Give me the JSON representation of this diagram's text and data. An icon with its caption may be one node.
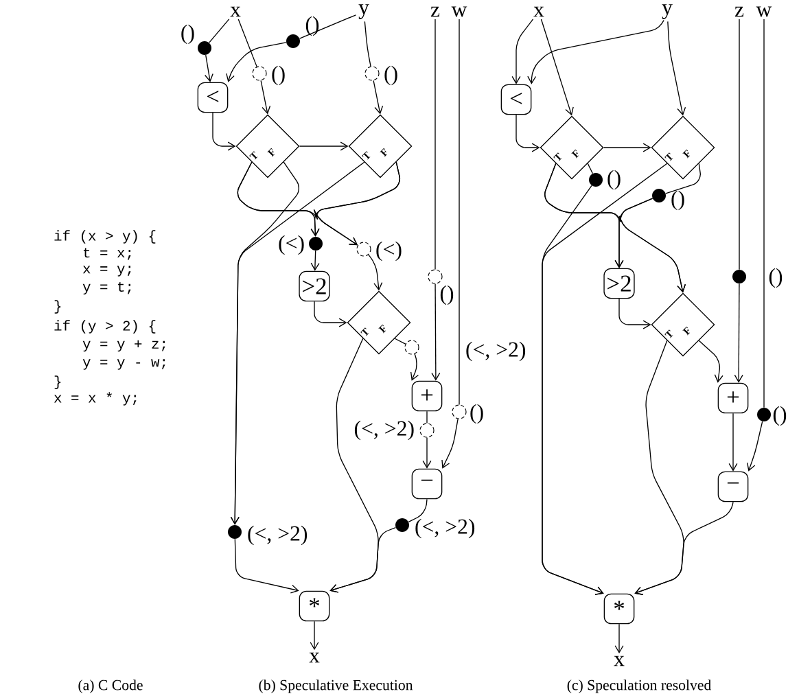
{
  "diagram": {
    "nodes": [
      {
        "text": [
          "x"
        ]
      },
      {
        "text": [
          "y"
        ]
      },
      {
        "text": [
          "z"
        ]
      },
      {
        "text": [
          "w"
        ]
      },
      {
        "text": [],
        "shape": "dot",
        "beside": [
          "()"
        ]
      },
      {
        "text": [],
        "shape": "dot",
        "beside": [
          "()"
        ]
      },
      {
        "text": [],
        "shape": "circle",
        "beside": [
          "()"
        ]
      },
      {
        "text": [],
        "shape": "circle",
        "beside": [
          "()"
        ]
      },
      {
        "text": [
          "<"
        ]
      },
      {
        "text": [
          "T",
          "F"
        ]
      },
      {
        "text": [
          "T",
          "F"
        ]
      },
      {
        "text": [],
        "shape": "dot",
        "beside": [
          "(<)"
        ]
      },
      {
        "text": [],
        "shape": "circle",
        "beside": [
          "(<)"
        ]
      },
      {
        "text": [
          ">2"
        ]
      },
      {
        "text": [
          "T",
          "F"
        ]
      },
      {
        "text": [],
        "shape": "circle",
        "beside": [
          "()"
        ]
      },
      {
        "text": [],
        "shape": "circle",
        "beside": [
          "(<, >2)"
        ]
      },
      {
        "text": [
          "+"
        ]
      },
      {
        "text": [],
        "shape": "circle",
        "beside": [
          "()"
        ]
      },
      {
        "text": [],
        "shape": "circle",
        "beside": [
          "(<, >2)"
        ]
      },
      {
        "text": [
          "−"
        ]
      },
      {
        "text": [],
        "shape": "dot",
        "beside": [
          "(<, >2)"
        ]
      },
      {
        "text": [],
        "shape": "dot",
        "beside": [
          "(<, >2)"
        ]
      },
      {
        "text": [
          "*"
        ]
      },
      {
        "text": [
          "x"
        ]
      },
      {
        "text": [
          "x"
        ]
      },
      {
        "text": [
          "y"
        ]
      },
      {
        "text": [
          "z"
        ]
      },
      {
        "text": [
          "w"
        ]
      },
      {
        "text": [
          "<"
        ]
      },
      {
        "text": [
          "T",
          "F"
        ]
      },
      {
        "text": [
          "T",
          "F"
        ]
      },
      {
        "text": [],
        "shape": "dot",
        "beside": [
          "()"
        ]
      },
      {
        "text": [],
        "shape": "dot",
        "beside": [
          "()"
        ]
      },
      {
        "text": [
          ">2"
        ]
      },
      {
        "text": [
          "T",
          "F"
        ]
      },
      {
        "text": [],
        "shape": "dot",
        "beside": [
          "()"
        ]
      },
      {
        "text": [
          "+"
        ]
      },
      {
        "text": [],
        "shape": "dot",
        "beside": [
          "()"
        ]
      },
      {
        "text": [
          "−"
        ]
      },
      {
        "text": [
          "*"
        ]
      },
      {
        "text": [
          "x"
        ]
      }
    ],
    "edges": [
      {
        "from": 0,
        "to": 4,
        "arrow": "none"
      },
      {
        "from": 4,
        "to": 8,
        "arrow": "to"
      },
      {
        "from": 1,
        "to": 5,
        "arrow": "none"
      },
      {
        "from": 5,
        "to": 8,
        "arrow": "to"
      },
      {
        "from": 0,
        "to": 6,
        "arrow": "none"
      },
      {
        "from": 6,
        "to": 9,
        "arrow": "to"
      },
      {
        "from": 1,
        "to": 7,
        "arrow": "none"
      },
      {
        "from": 7,
        "to": 10,
        "arrow": "to"
      },
      {
        "from": 8,
        "to": 9,
        "arrow": "to"
      },
      {
        "from": 9,
        "to": 10,
        "arrow": "to"
      },
      {
        "from": 9,
        "to": 11,
        "arrow": "to"
      },
      {
        "from": 9,
        "to": 12,
        "arrow": "to"
      },
      {
        "from": 10,
        "to": 11,
        "arrow": "to"
      },
      {
        "from": 10,
        "to": 12,
        "arrow": "to"
      },
      {
        "from": 9,
        "to": 22,
        "arrow": "to"
      },
      {
        "from": 10,
        "to": 22,
        "arrow": "to"
      },
      {
        "from": 11,
        "to": 13,
        "arrow": "to"
      },
      {
        "from": 12,
        "to": 14,
        "arrow": "to"
      },
      {
        "from": 13,
        "to": 14,
        "arrow": "to"
      },
      {
        "from": 14,
        "to": 16,
        "arrow": "none"
      },
      {
        "from": 16,
        "to": 17,
        "arrow": "to"
      },
      {
        "from": 2,
        "to": 15,
        "arrow": "none"
      },
      {
        "from": 15,
        "to": 17,
        "arrow": "to"
      },
      {
        "from": 3,
        "to": 18,
        "arrow": "none"
      },
      {
        "from": 18,
        "to": 20,
        "arrow": "to"
      },
      {
        "from": 17,
        "to": 19,
        "arrow": "none"
      },
      {
        "from": 19,
        "to": 20,
        "arrow": "to"
      },
      {
        "from": 20,
        "to": 21,
        "arrow": "none"
      },
      {
        "from": 21,
        "to": 23,
        "arrow": "to"
      },
      {
        "from": 14,
        "to": 23,
        "arrow": "to"
      },
      {
        "from": 22,
        "to": 23,
        "arrow": "to"
      },
      {
        "from": 23,
        "to": 24,
        "arrow": "to"
      },
      {
        "from": 25,
        "to": 29,
        "arrow": "to"
      },
      {
        "from": 26,
        "to": 29,
        "arrow": "to"
      },
      {
        "from": 25,
        "to": 30,
        "arrow": "to"
      },
      {
        "from": 26,
        "to": 31,
        "arrow": "to"
      },
      {
        "from": 29,
        "to": 30,
        "arrow": "to"
      },
      {
        "from": 30,
        "to": 31,
        "arrow": "to"
      },
      {
        "from": 30,
        "to": 32,
        "arrow": "none"
      },
      {
        "from": 32,
        "to": 40,
        "arrow": "to"
      },
      {
        "from": 31,
        "to": 40,
        "arrow": "to"
      },
      {
        "from": 30,
        "to": 34,
        "arrow": "to"
      },
      {
        "from": 30,
        "to": 35,
        "arrow": "to"
      },
      {
        "from": 31,
        "to": 33,
        "arrow": "none"
      },
      {
        "from": 33,
        "to": 34,
        "arrow": "to"
      },
      {
        "from": 33,
        "to": 35,
        "arrow": "to"
      },
      {
        "from": 34,
        "to": 35,
        "arrow": "to"
      },
      {
        "from": 35,
        "to": 37,
        "arrow": "to"
      },
      {
        "from": 27,
        "to": 36,
        "arrow": "none"
      },
      {
        "from": 36,
        "to": 37,
        "arrow": "to"
      },
      {
        "from": 28,
        "to": 38,
        "arrow": "none"
      },
      {
        "from": 38,
        "to": 39,
        "arrow": "to"
      },
      {
        "from": 37,
        "to": 39,
        "arrow": "to"
      },
      {
        "from": 39,
        "to": 40,
        "arrow": "to"
      },
      {
        "from": 35,
        "to": 40,
        "arrow": "to"
      },
      {
        "from": 40,
        "to": 41,
        "arrow": "to"
      }
    ],
    "labels": [
      "if (x > y) {",
      "t = x;",
      "x = y;",
      "y = t;",
      "}",
      "if (y > 2) {",
      "y = y + z;",
      "y = y - w;",
      "}",
      "x = x * y;",
      "(a) C Code",
      "(b) Speculative Execution",
      "(c) Speculation resolved"
    ]
  }
}
